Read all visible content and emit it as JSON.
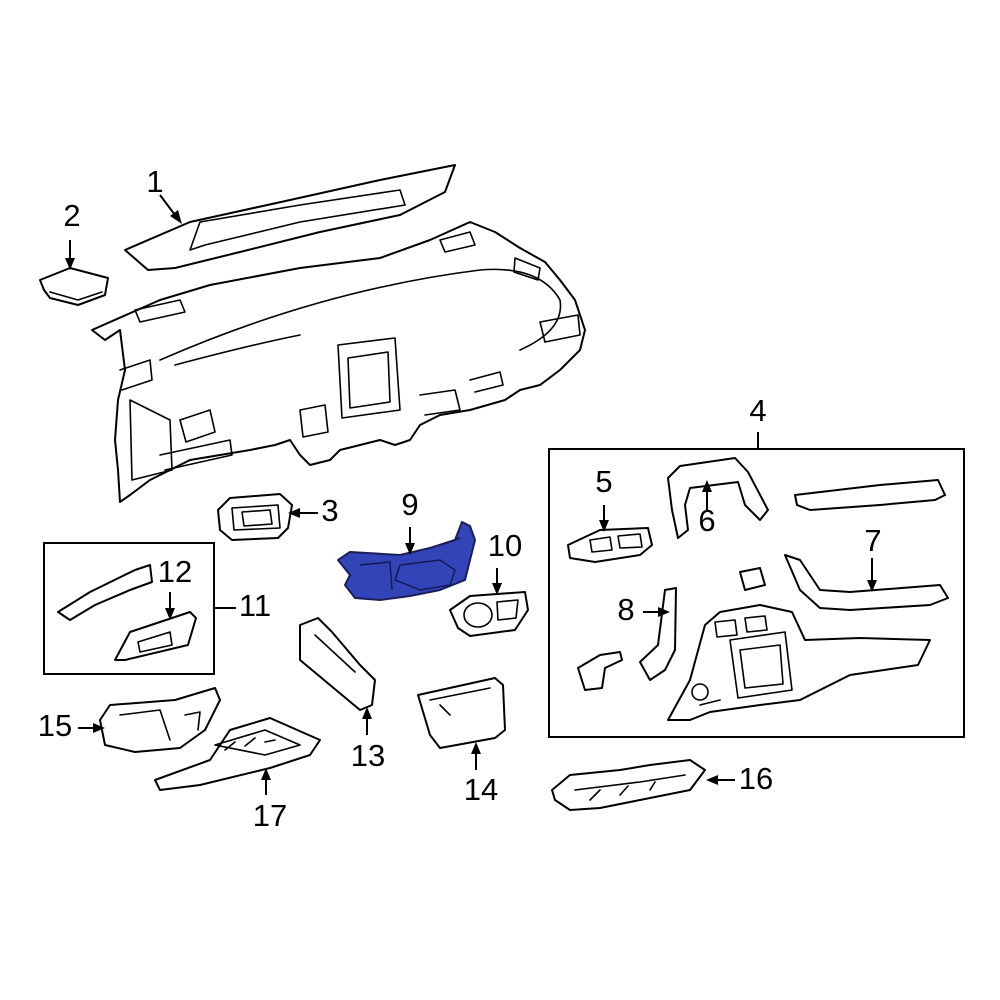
{
  "diagram": {
    "highlight_color": "#3344b8",
    "line_color": "#000000",
    "background_color": "#ffffff",
    "callouts": [
      {
        "id": "c1",
        "label": "1"
      },
      {
        "id": "c2",
        "label": "2"
      },
      {
        "id": "c3",
        "label": "3"
      },
      {
        "id": "c4",
        "label": "4"
      },
      {
        "id": "c5",
        "label": "5"
      },
      {
        "id": "c6",
        "label": "6"
      },
      {
        "id": "c7",
        "label": "7"
      },
      {
        "id": "c8",
        "label": "8"
      },
      {
        "id": "c9",
        "label": "9"
      },
      {
        "id": "c10",
        "label": "10"
      },
      {
        "id": "c11",
        "label": "11"
      },
      {
        "id": "c12",
        "label": "12"
      },
      {
        "id": "c13",
        "label": "13"
      },
      {
        "id": "c14",
        "label": "14"
      },
      {
        "id": "c15",
        "label": "15"
      },
      {
        "id": "c16",
        "label": "16"
      },
      {
        "id": "c17",
        "label": "17"
      }
    ],
    "highlighted_part": "9"
  }
}
